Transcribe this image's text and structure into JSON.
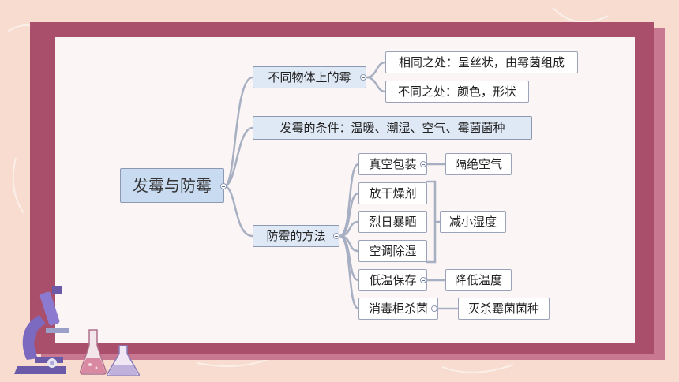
{
  "mindmap": {
    "root": "发霉与防霉",
    "branches": [
      {
        "label": "不同物体上的霉",
        "children": [
          "相同之处：呈丝状，由霉菌组成",
          "不同之处：颜色，形状"
        ]
      },
      {
        "label": "发霉的条件：温暖、潮湿、空气、霉菌菌种",
        "children": []
      },
      {
        "label": "防霉的方法",
        "children": [
          "真空包装",
          "放干燥剂",
          "烈日暴晒",
          "空调除湿",
          "低温保存",
          "消毒柜杀菌"
        ],
        "results": [
          "隔绝空气",
          "减小湿度",
          "降低温度",
          "灭杀霉菌菌种"
        ]
      }
    ]
  },
  "icons": [
    "microscope-icon",
    "flask-icon",
    "flask-icon"
  ],
  "colors": {
    "background": "#f7dccf",
    "frame": "#a94f6b",
    "board": "#fbf5f6",
    "node_fill": "#dfe8f5",
    "root_fill": "#c9dbf0",
    "connector": "#9ba3b8"
  }
}
